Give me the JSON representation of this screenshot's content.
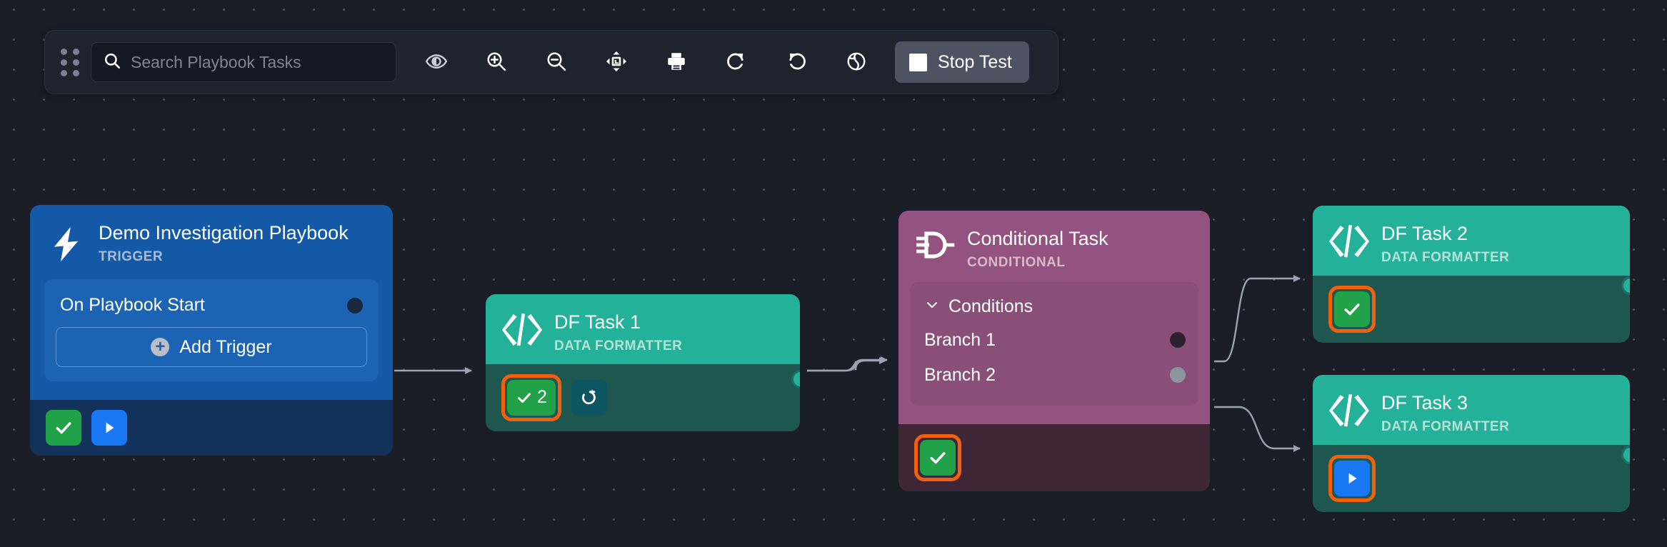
{
  "toolbar": {
    "drag_handle": "drag-handle",
    "search": {
      "value": "",
      "placeholder": "Search Playbook Tasks"
    },
    "tools": [
      {
        "name": "visibility-icon",
        "label": "Toggle Visibility"
      },
      {
        "name": "zoom-in-icon",
        "label": "Zoom In"
      },
      {
        "name": "zoom-out-icon",
        "label": "Zoom Out"
      },
      {
        "name": "fit-to-screen-icon",
        "label": "Fit To Screen"
      },
      {
        "name": "print-icon",
        "label": "Print"
      },
      {
        "name": "redo-icon",
        "label": "Redo"
      },
      {
        "name": "undo-icon",
        "label": "Undo"
      },
      {
        "name": "globe-icon",
        "label": "Global View"
      }
    ],
    "stop_test_label": "Stop Test"
  },
  "nodes": {
    "trigger": {
      "title": "Demo Investigation Playbook",
      "subtitle": "TRIGGER",
      "icon": "lightning-bolt-icon",
      "row_label": "On Playbook Start",
      "add_trigger_label": "Add Trigger",
      "status_badges": [
        {
          "name": "success-badge",
          "icon": "check-icon",
          "color": "#21a148"
        },
        {
          "name": "run-badge",
          "icon": "play-icon",
          "color": "#1877f2"
        }
      ]
    },
    "df1": {
      "title": "DF Task 1",
      "subtitle": "DATA FORMATTER",
      "icon": "code-brackets-icon",
      "success_count": "2",
      "badges": [
        {
          "name": "success-count-badge",
          "icon": "check-icon",
          "color": "#21a148",
          "highlighted": true
        },
        {
          "name": "retry-badge",
          "icon": "retry-icon",
          "color": "#0d5560",
          "highlighted": false
        }
      ]
    },
    "conditional": {
      "title": "Conditional Task",
      "subtitle": "CONDITIONAL",
      "icon": "conditional-gate-icon",
      "conditions_label": "Conditions",
      "branches": [
        {
          "label": "Branch 1",
          "port_color": "#2d2030"
        },
        {
          "label": "Branch 2",
          "port_color": "#8d94a1"
        }
      ],
      "badges": [
        {
          "name": "success-badge",
          "icon": "check-icon",
          "color": "#21a148",
          "highlighted": true
        }
      ]
    },
    "df2": {
      "title": "DF Task 2",
      "subtitle": "DATA FORMATTER",
      "icon": "code-brackets-icon",
      "badges": [
        {
          "name": "success-badge",
          "icon": "check-icon",
          "color": "#21a148",
          "highlighted": true
        }
      ]
    },
    "df3": {
      "title": "DF Task 3",
      "subtitle": "DATA FORMATTER",
      "icon": "code-brackets-icon",
      "badges": [
        {
          "name": "run-badge",
          "icon": "play-icon",
          "color": "#1877f2",
          "highlighted": true
        }
      ]
    }
  },
  "colors": {
    "canvas_bg": "#1a1d26",
    "trigger_blue": "#1459a8",
    "data_formatter_teal": "#23b199",
    "conditional_purple": "#93527f",
    "highlight_orange": "#f2600c",
    "success_green": "#21a148",
    "run_blue": "#1877f2",
    "edge_gray": "#9aa3b2"
  }
}
